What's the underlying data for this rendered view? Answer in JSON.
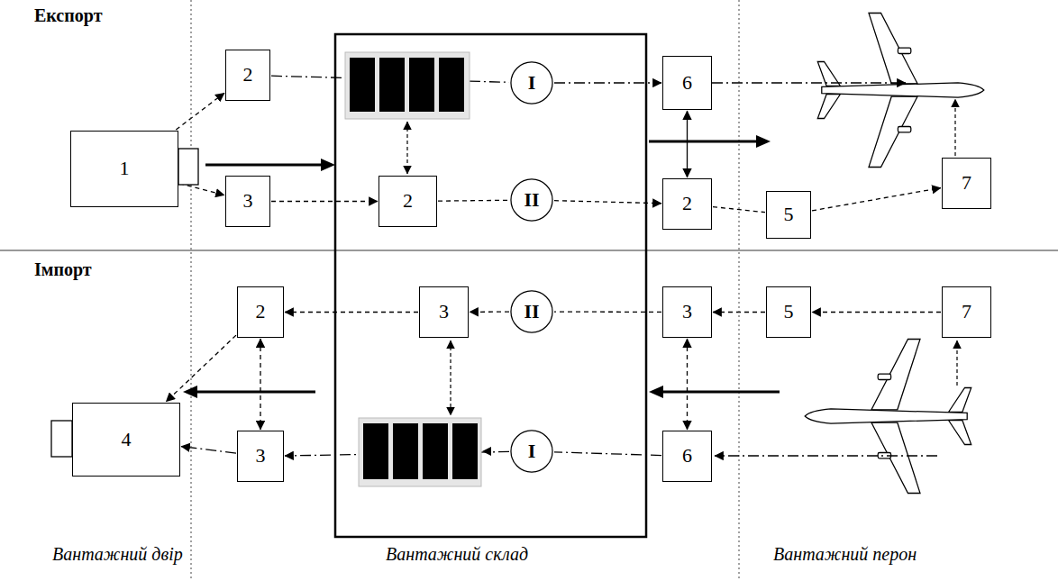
{
  "diagram": {
    "nodes": [
      {
        "text": [
          "1"
        ]
      },
      {
        "text": [
          "2"
        ]
      },
      {
        "text": [
          "3"
        ]
      },
      {
        "text": [
          "I"
        ]
      },
      {
        "text": [
          "2"
        ]
      },
      {
        "text": [
          "II"
        ]
      },
      {
        "text": [
          "6"
        ]
      },
      {
        "text": [
          "2"
        ]
      },
      {
        "text": [
          "5"
        ]
      },
      {
        "text": [
          "7"
        ]
      },
      {
        "text": [
          "2"
        ]
      },
      {
        "text": [
          "3"
        ]
      },
      {
        "text": [
          "II"
        ]
      },
      {
        "text": [
          "3"
        ]
      },
      {
        "text": [
          "5"
        ]
      },
      {
        "text": [
          "7"
        ]
      },
      {
        "text": [
          "4"
        ]
      },
      {
        "text": [
          "3"
        ]
      },
      {
        "text": [
          "I"
        ]
      },
      {
        "text": [
          "6"
        ]
      }
    ],
    "edges": [
      {
        "from": 0,
        "to": 1,
        "arrow": "to"
      },
      {
        "from": 0,
        "to": 2,
        "arrow": "to"
      },
      {
        "from": 1,
        "to": 3,
        "arrow": "none"
      },
      {
        "from": 3,
        "to": 6,
        "arrow": "to"
      },
      {
        "from": 2,
        "to": 4,
        "arrow": "to"
      },
      {
        "from": 4,
        "to": 5,
        "arrow": "none"
      },
      {
        "from": 5,
        "to": 7,
        "arrow": "to"
      },
      {
        "from": 7,
        "to": 8,
        "arrow": "none"
      },
      {
        "from": 8,
        "to": 9,
        "arrow": "to"
      },
      {
        "from": 6,
        "to": 7,
        "arrow": "both"
      },
      {
        "from": 15,
        "to": 14,
        "arrow": "to"
      },
      {
        "from": 14,
        "to": 13,
        "arrow": "to"
      },
      {
        "from": 13,
        "to": 12,
        "arrow": "none"
      },
      {
        "from": 12,
        "to": 11,
        "arrow": "to"
      },
      {
        "from": 11,
        "to": 10,
        "arrow": "to"
      },
      {
        "from": 10,
        "to": 16,
        "arrow": "to"
      },
      {
        "from": 10,
        "to": 17,
        "arrow": "both"
      },
      {
        "from": 13,
        "to": 19,
        "arrow": "both"
      },
      {
        "from": 19,
        "to": 18,
        "arrow": "none"
      },
      {
        "from": 18,
        "to": 17,
        "arrow": "to"
      },
      {
        "from": 17,
        "to": 16,
        "arrow": "to"
      }
    ],
    "labels": [
      "Експорт",
      "Імпорт",
      "Вантажний двір",
      "Вантажний склад",
      "Вантажний перон"
    ]
  }
}
